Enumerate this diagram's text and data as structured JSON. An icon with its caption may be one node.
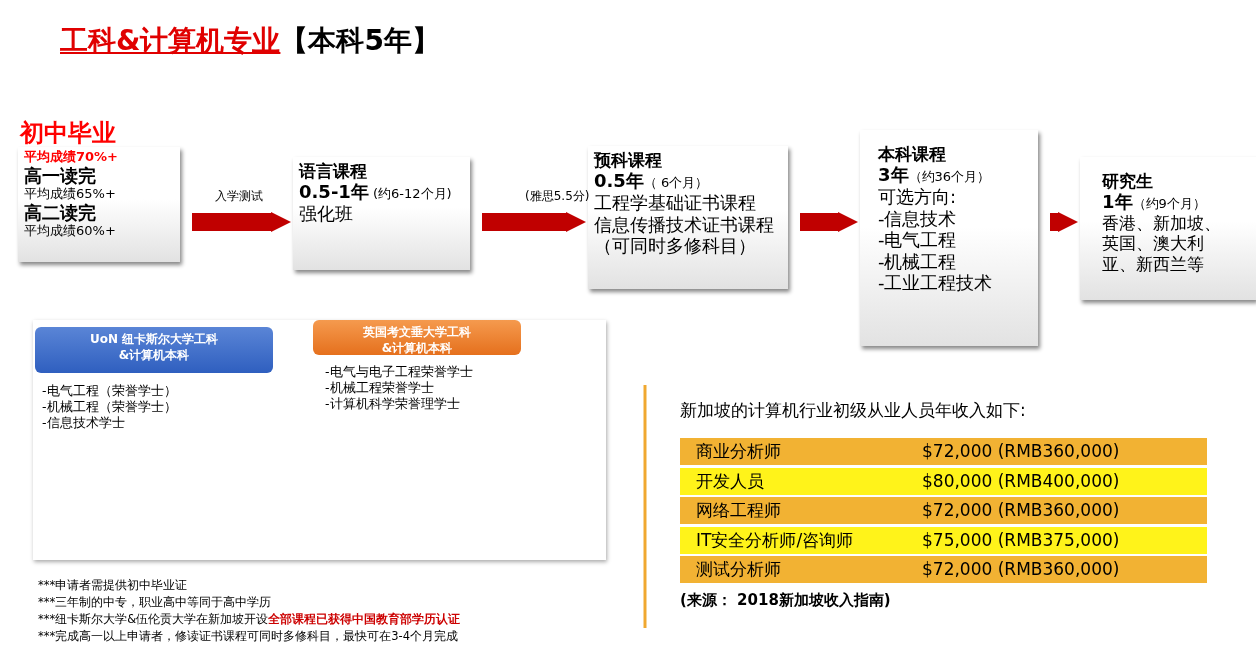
{
  "diagram": {
    "title": "*工科&计算机专业*【本科5年】",
    "nodes": [
      {
        "text": [
          "初中毕业",
          "平均成绩70%+",
          "高一读完",
          "平均成绩65%+",
          "高二读完",
          "平均成绩60%+"
        ]
      },
      {
        "text": [
          "语言课程",
          "**0.5-1年** (约6-12个月)",
          "强化班"
        ]
      },
      {
        "text": [
          "预科课程",
          "**0.5年**（ 6个月）",
          "工程学基础证书课程",
          "信息传播技术证书课程",
          "（可同时多修科目）"
        ]
      },
      {
        "text": [
          "本科课程",
          "**3年**（约36个月）",
          "可选方向:",
          "-信息技术",
          "-电气工程",
          "-机械工程",
          "-工业工程技术"
        ]
      },
      {
        "text": [
          "研究生",
          "**1年**（约9个月）",
          "香港、新加坡、英国、澳大利亚、新西兰等"
        ]
      },
      {
        "text": [],
        "shape": "box"
      },
      {
        "text": [
          "UoN 纽卡斯尔大学工科&计算机本科"
        ],
        "in": 5,
        "beside": [
          "-电气工程（荣誉学士）",
          "-机械工程（荣誉学士）",
          "-信息技术学士"
        ]
      },
      {
        "text": [
          "英国考文垂大学工科&计算机本科"
        ],
        "in": 5,
        "beside": [
          "-电气与电子工程荣誉学士",
          "-机械工程荣誉学士",
          "-计算机科学荣誉理学士"
        ]
      }
    ],
    "edges": [
      {
        "from": 0,
        "to": 1,
        "arrow": "to",
        "label": "入学测试"
      },
      {
        "from": 1,
        "to": 2,
        "arrow": "to",
        "label": "(雅思5.5分)"
      },
      {
        "from": 2,
        "to": 3,
        "arrow": "to"
      },
      {
        "from": 3,
        "to": 4,
        "arrow": "to"
      }
    ],
    "labels": [
      "新加坡的计算机行业初级从业人员年收入如下:",
      "商业分析师",
      "$72,000 (RMB360,000)",
      "开发人员",
      "$80,000 (RMB400,000)",
      "网络工程师",
      "$72,000 (RMB360,000)",
      "IT安全分析师/咨询师",
      "$75,000 (RMB375,000)",
      "测试分析师",
      "$72,000 (RMB360,000)",
      "(来源： 2018新加坡收入指南)",
      "***申请者需提供初中毕业证",
      "***三年制的中专，职业高中等同于高中学历",
      "***纽卡斯尔大学&伍伦贡大学在新加坡开设",
      "全部课程已获得中国教育部学历认证",
      "***完成高一以上申请者，修读证书课程可同时多修科目，最快可在3-4个月完成"
    ]
  }
}
